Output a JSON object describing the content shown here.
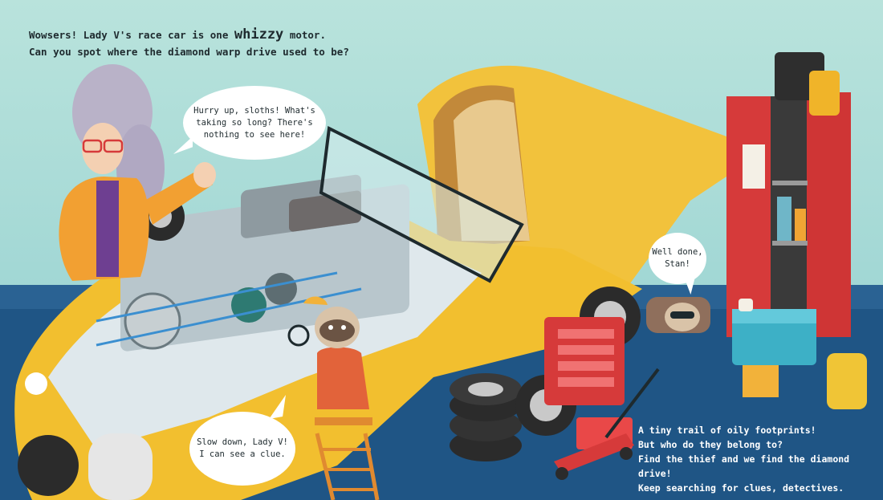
{
  "intro": {
    "line1_before": "Wowsers! Lady V's race car is one ",
    "line1_emph": "whizzy",
    "line1_after": " motor.",
    "line2": "Can you spot where the diamond warp drive used to be?"
  },
  "bubbles": {
    "lady_v": [
      "Hurry up, sloths! What's",
      "taking so long? There's",
      "nothing to see here!"
    ],
    "stan": [
      "Well done,",
      "Stan!"
    ],
    "clue": [
      "Slow down, Lady V!",
      "I can see a clue."
    ]
  },
  "outro": [
    "A tiny trail of oily footprints!",
    "But who do they belong to?",
    "Find the thief and we find the diamond drive!",
    "Keep searching for clues, detectives."
  ],
  "colors": {
    "wall": "#a9dbd7",
    "floor": "#1f5585",
    "car_yellow": "#f2bf2f",
    "cabinet_red": "#d63a3a",
    "text": "#1e2a2e"
  }
}
